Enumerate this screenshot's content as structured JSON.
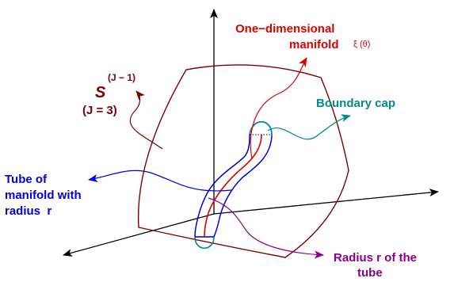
{
  "colors": {
    "axes": "#000000",
    "surface": "#800000",
    "manifold": "#e00000",
    "tube": "#0000dd",
    "cap": "#008a8a",
    "radius": "#8b008b",
    "dotted": "#000000"
  },
  "labels": {
    "manifold_line1": "One−dimensional",
    "manifold_line2": "manifold",
    "manifold_symbol": "ξ (θ)",
    "sphere_symbol": "S",
    "sphere_exponent": "(J − 1)",
    "sphere_condition": "(J = 3)",
    "cap": "Boundary cap",
    "tube_line1": "Tube of",
    "tube_line2": "manifold with",
    "tube_line3": "radius  r",
    "radius_line1": "Radius r of the",
    "radius_line2": "tube"
  }
}
